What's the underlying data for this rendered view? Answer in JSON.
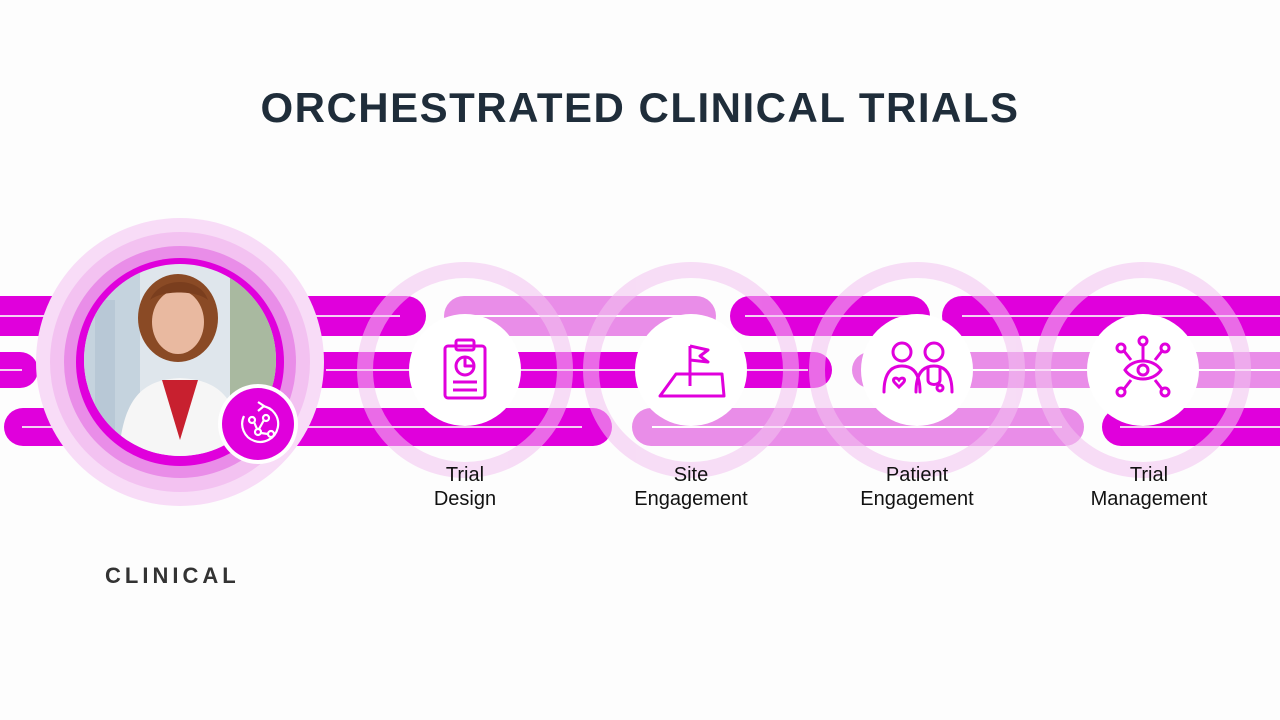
{
  "title": "ORCHESTRATED CLINICAL TRIALS",
  "section_label": "CLINICAL",
  "colors": {
    "magenta": "#e000dc",
    "magenta_mid": "#e98de8",
    "magenta_light": "#f3c2f1",
    "magenta_pale": "#f8dcf7",
    "title": "#1f2d3a"
  },
  "hub": {
    "photo": "portrait of clinician in white coat",
    "badge_icon": "network-cycle-icon"
  },
  "stages": [
    {
      "line1": "Trial",
      "line2": "Design",
      "icon": "clipboard-chart-icon"
    },
    {
      "line1": "Site",
      "line2": "Engagement",
      "icon": "flag-map-icon"
    },
    {
      "line1": "Patient",
      "line2": "Engagement",
      "icon": "doctor-patient-icon"
    },
    {
      "line1": "Trial",
      "line2": "Management",
      "icon": "eye-network-icon"
    }
  ]
}
